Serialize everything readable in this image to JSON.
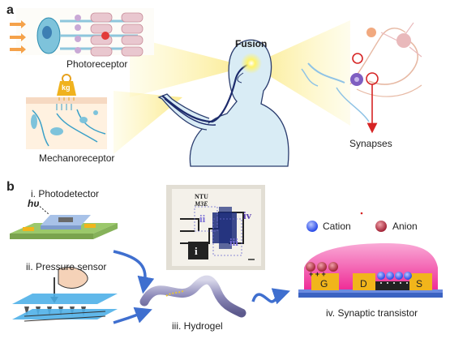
{
  "panel_a": {
    "label": "a",
    "photoreceptor": "Photoreceptor",
    "mechanoreceptor": "Mechanoreceptor",
    "fusion": "Fusion",
    "synapses": "Synapses",
    "weight": "kg"
  },
  "panel_b": {
    "label": "b",
    "photodetector": "i. Photodetector",
    "hv": "hυ",
    "pressure_sensor": "ii. Pressure sensor",
    "hydrogel": "iii. Hydrogel",
    "synaptic_transistor": "iv. Synaptic transistor",
    "cation": "Cation",
    "anion": "Anion",
    "chip_text_1": "NTU",
    "chip_text_2": "M3E",
    "roman_i": "i",
    "roman_ii": "ii",
    "roman_iii": "iii",
    "roman_iv": "iv",
    "electrode_g": "G",
    "electrode_d": "D",
    "electrode_s": "S",
    "plus_signs": "+ + +"
  },
  "colors": {
    "light_beam": "#fdf3a6",
    "nerve": "#1c2a6b",
    "hydrogel_pink": "#f23fa0",
    "electrode_gold": "#f1b51b",
    "cation_blue": "#2e4fe8",
    "anion_red": "#a5283b",
    "flow_arrow": "#3f6fcf",
    "synapse_red": "#d62424"
  }
}
